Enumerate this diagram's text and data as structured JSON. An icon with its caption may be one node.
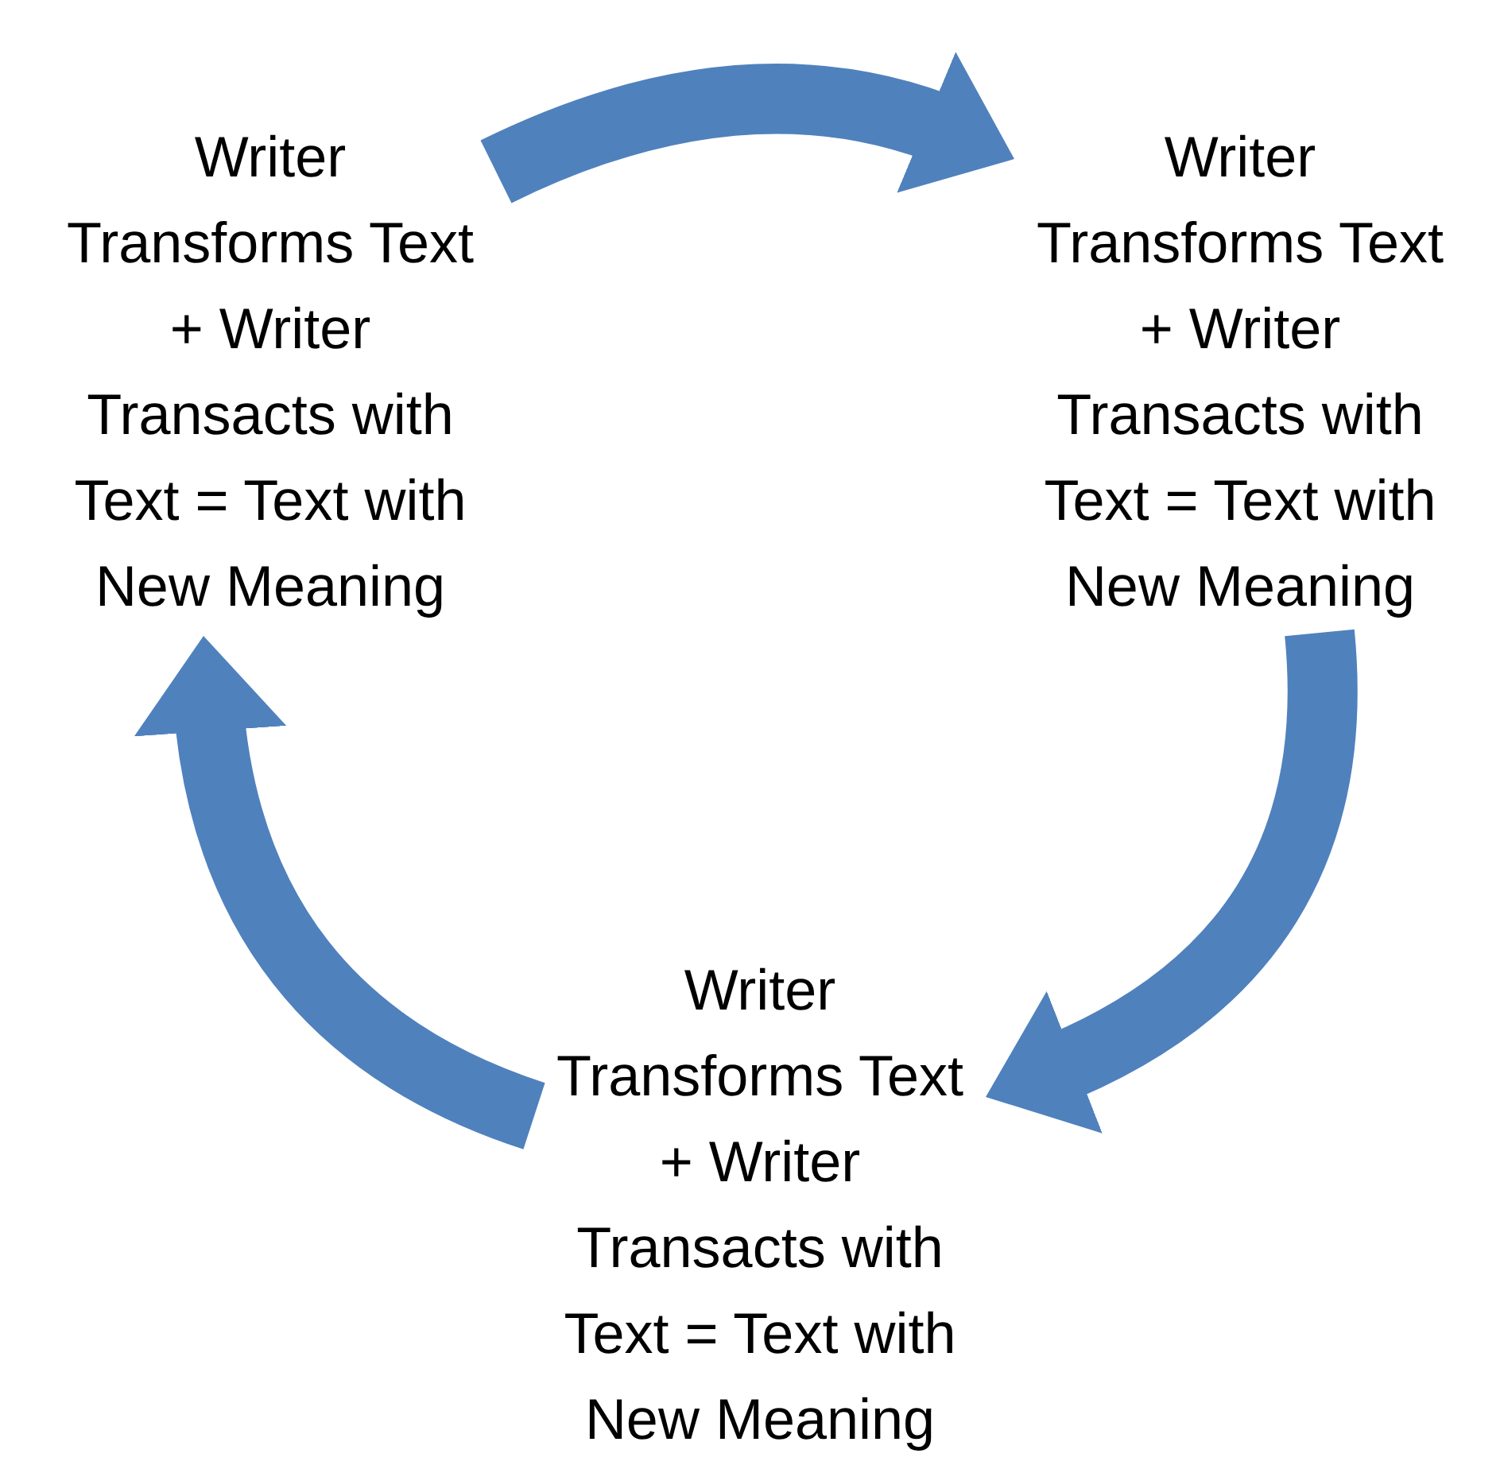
{
  "diagram": {
    "nodes": [
      {
        "text": [
          "Writer Transforms Text + Writer Transacts with Text = Text with New Meaning"
        ]
      },
      {
        "text": [
          "Writer Transforms Text + Writer Transacts with Text = Text with New Meaning"
        ]
      },
      {
        "text": [
          "Writer Transforms Text + Writer Transacts with Text = Text with New Meaning"
        ]
      }
    ],
    "edges": [
      {
        "from": 0,
        "to": 1,
        "arrow": "to"
      },
      {
        "from": 1,
        "to": 2,
        "arrow": "to"
      },
      {
        "from": 2,
        "to": 0,
        "arrow": "to"
      }
    ]
  }
}
